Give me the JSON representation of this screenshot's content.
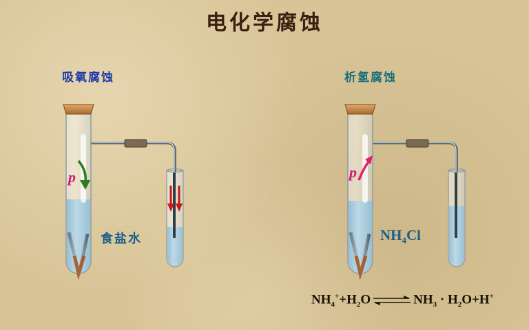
{
  "title": "电化学腐蚀",
  "left_setup": {
    "subtitle": "吸氧腐蚀",
    "solution_label": "食盐水",
    "pressure_label": "p",
    "pressure_arrow_color": "#2f7a1e",
    "side_arrow_color": "#c81818"
  },
  "right_setup": {
    "subtitle": "析氢腐蚀",
    "solution_label": {
      "base": "NH",
      "sub": "4",
      "tail": "Cl"
    },
    "pressure_label": "p",
    "pressure_arrow_color": "#e0206e"
  },
  "equation": {
    "r1": "NH",
    "r1_sub": "4",
    "r1_sup": "+",
    "plus": "+H",
    "r2_sub": "2",
    "r2_tail": "O",
    "p1": "NH",
    "p1_sub": "3",
    "dot": " · H",
    "p2_sub": "2",
    "p2_tail": "O+H",
    "p2_sup": "+"
  },
  "colors": {
    "background": "#d8c497",
    "water": "#a9d0e6",
    "cork": "#c98a45"
  }
}
